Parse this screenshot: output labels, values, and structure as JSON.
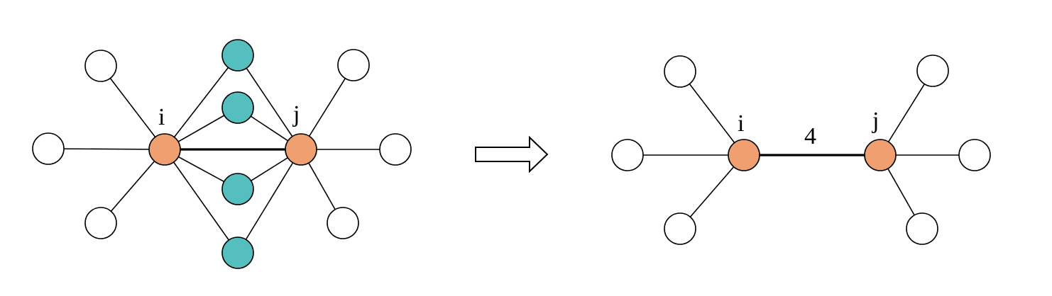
{
  "colors": {
    "endpoint": "#F0A070",
    "shared_neighbor": "#55BFBF",
    "neighbor": "#FFFFFF"
  },
  "before": {
    "endpoint_labels": [
      "i",
      "j"
    ],
    "shared_neighbor_count": 4
  },
  "after": {
    "endpoint_labels": [
      "i",
      "j"
    ],
    "edge_weight": "4"
  },
  "transition_arrow": "block-arrow-right"
}
